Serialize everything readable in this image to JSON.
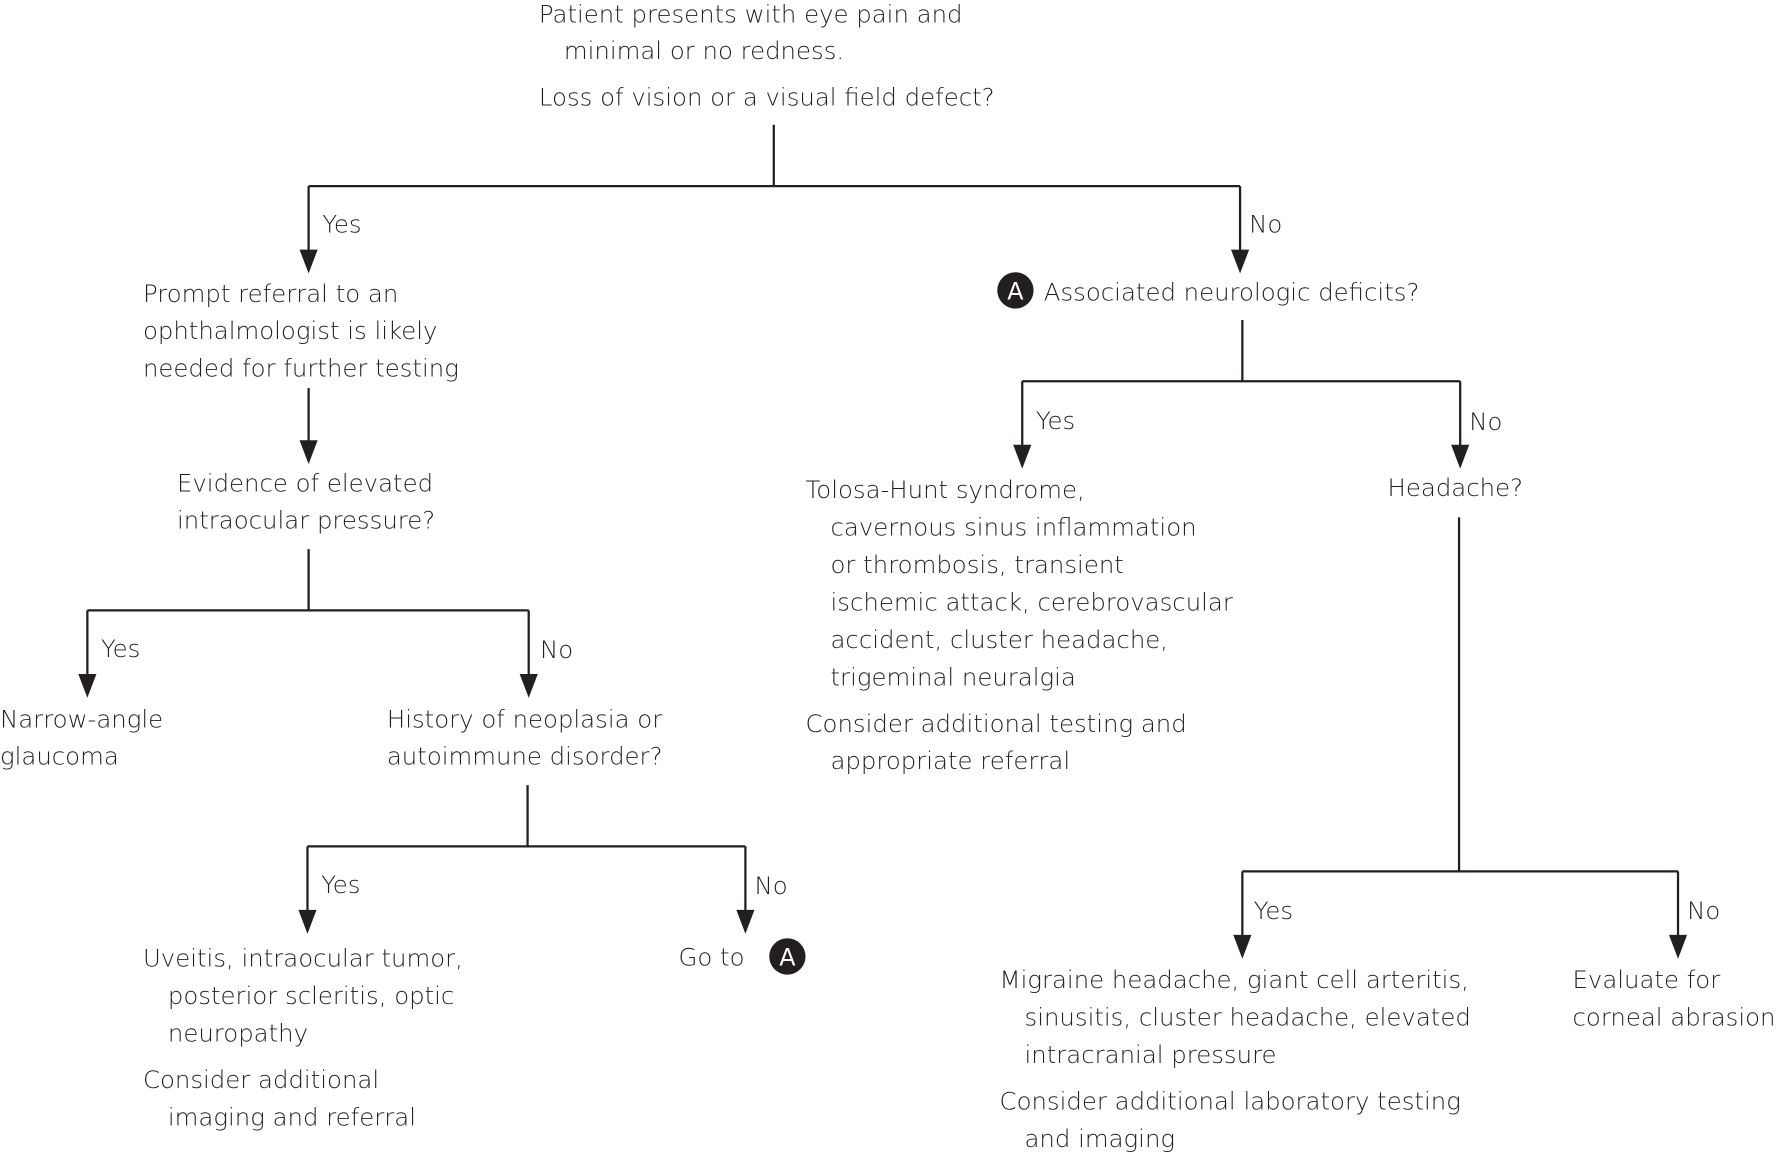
{
  "colors": {
    "line": "#231f20",
    "text": "#231f20",
    "background": "#ffffff",
    "badge_fill": "#231f20",
    "badge_text": "#ffffff"
  },
  "nodes": {
    "start": {
      "lines": [
        "Patient presents with eye pain and",
        "minimal or no redness.",
        "Loss of vision or a visual field defect?"
      ]
    },
    "referral": {
      "lines": [
        "Prompt referral to an",
        "ophthalmologist is likely",
        "needed for further testing"
      ]
    },
    "iop": {
      "lines": [
        "Evidence of elevated",
        "intraocular pressure?"
      ]
    },
    "glaucoma": {
      "lines": [
        "Narrow-angle",
        "glaucoma"
      ]
    },
    "neoplasia": {
      "lines": [
        "History of neoplasia or",
        "autoimmune disorder?"
      ]
    },
    "uveitis": {
      "lines": [
        "Uveitis, intraocular tumor,",
        "posterior scleritis, optic",
        "neuropathy",
        "Consider additional",
        "imaging and referral"
      ]
    },
    "goto_a": {
      "text": "Go to",
      "badge": "A"
    },
    "neuro": {
      "badge": "A",
      "text": "Associated neurologic deficits?"
    },
    "tolosa": {
      "lines": [
        "Tolosa-Hunt syndrome,",
        "cavernous sinus inflammation",
        "or thrombosis, transient",
        "ischemic attack, cerebrovascular",
        "accident, cluster headache,",
        "trigeminal neuralgia",
        "Consider additional testing and",
        "appropriate referral"
      ]
    },
    "headache": {
      "lines": [
        "Headache?"
      ]
    },
    "migraine": {
      "lines": [
        "Migraine headache, giant cell arteritis,",
        "sinusitis, cluster headache, elevated",
        "intracranial pressure",
        "Consider additional laboratory testing",
        "and imaging"
      ]
    },
    "corneal": {
      "lines": [
        "Evaluate for",
        "corneal abrasion"
      ]
    }
  },
  "edge_labels": {
    "vision_yes": "Yes",
    "vision_no": "No",
    "iop_yes": "Yes",
    "iop_no": "No",
    "neoplasia_yes": "Yes",
    "neoplasia_no": "No",
    "neuro_yes": "Yes",
    "neuro_no": "No",
    "headache_yes": "Yes",
    "headache_no": "No"
  }
}
